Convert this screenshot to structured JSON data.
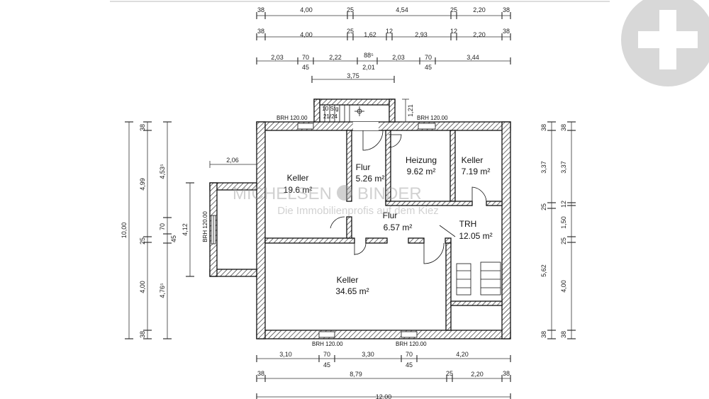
{
  "watermark": {
    "brand_left": "MICHELSEN",
    "brand_right": "BINDER",
    "tagline": "Die Immobilienprofis auf dem Kiez"
  },
  "rooms": [
    {
      "name": "Keller",
      "area": "19.6 m²"
    },
    {
      "name": "Flur",
      "area": "5.26 m²"
    },
    {
      "name": "Heizung",
      "area": "9.62 m²"
    },
    {
      "name": "Keller",
      "area": "7.19 m²"
    },
    {
      "name": "Flur",
      "area": "6.57 m²"
    },
    {
      "name": "TRH",
      "area": "12.05 m²"
    },
    {
      "name": "Keller",
      "area": "34.65 m²"
    }
  ],
  "stair": {
    "steps": "10 Stg",
    "ratio": "21/24"
  },
  "brh_labels": [
    "BRH 120.00",
    "BRH 120.00",
    "BRH 120.00",
    "BRH 120.00",
    "BRH 120.00"
  ],
  "top_dims": {
    "row1": [
      "38",
      "4,00",
      "25",
      "4,54",
      "25",
      "2,20",
      "38"
    ],
    "row2": [
      "38",
      "4,00",
      "25",
      "1,62",
      "12",
      "2,93",
      "12",
      "2,20",
      "38"
    ],
    "row3": [
      "2,03",
      "70",
      "2,22",
      "88⁵",
      "2,03",
      "70",
      "3,44"
    ],
    "row3_sub": [
      "45",
      "2,01",
      "45"
    ],
    "row4": [
      "3,75"
    ]
  },
  "stair_dim": "1,21",
  "wing_dim": "2,06",
  "left_dims": {
    "col_total": "10,00",
    "col2": [
      "38",
      "4,99",
      "25",
      "4,00",
      "38"
    ],
    "col3": [
      "4,53⁵",
      "70",
      "45",
      "4,76⁵"
    ],
    "col4": [
      "4,12"
    ]
  },
  "right_dims": {
    "col1": [
      "38",
      "3,37",
      "25",
      "5,62",
      "38"
    ],
    "col2": [
      "38",
      "3,37",
      "12",
      "1,50",
      "25",
      "4,00",
      "38"
    ]
  },
  "bottom_dims": {
    "row1": [
      "3,10",
      "70",
      "3,30",
      "70",
      "4,20"
    ],
    "row1_sub": [
      "45",
      "45"
    ],
    "row2": [
      "38",
      "8,79",
      "25",
      "2,20",
      "38"
    ],
    "row3": [
      "12,00"
    ]
  }
}
